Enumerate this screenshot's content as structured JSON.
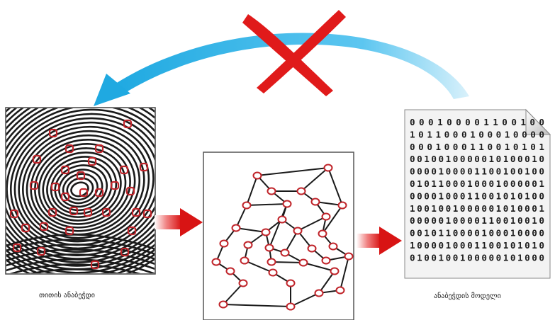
{
  "labels": {
    "fingerprint": "თითის ანაბეჭდი",
    "template": "ანაბეჭდის მოდელი"
  },
  "binary_lines": [
    "000100001100100",
    "1011000100010000",
    "0001000110010101",
    "0010010000010100010",
    "0000100001100100100",
    "0101100010001000001",
    "0000100011001010100",
    "1001001000001010001",
    "0000010000110010010",
    "0010110000100010000",
    "1000010001100101010",
    "0100100100000101000"
  ],
  "colors": {
    "blue_arrow": "#1fa9e1",
    "red_arrow": "#e01818",
    "x_mark": "#e01a1a",
    "minutia": "#c0242a"
  },
  "icons": {
    "reverse_arrow": "curved-arrow-icon",
    "forbidden": "cross-mark-icon",
    "forward_arrow": "arrow-right-icon"
  }
}
